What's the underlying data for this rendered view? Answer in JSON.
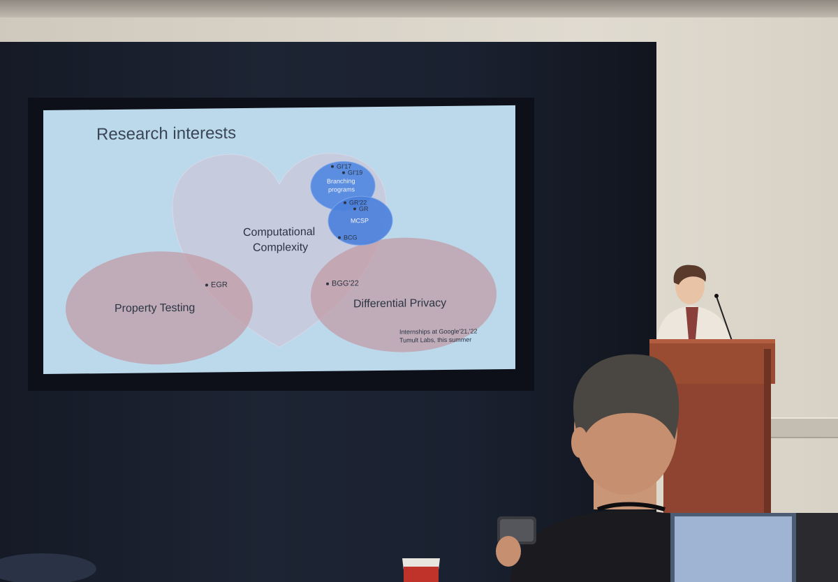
{
  "slide": {
    "title": "Research interests",
    "regions": {
      "computational_complexity": [
        "Computational",
        "Complexity"
      ],
      "branching_programs": [
        "Branching",
        "programs"
      ],
      "mcsp": "MCSP",
      "property_testing": "Property Testing",
      "differential_privacy": "Differential Privacy"
    },
    "refs": {
      "gi17": "GI'17",
      "gi19": "GI'19",
      "gr22": "GR'22",
      "gr": "GR",
      "bcg": "BCG",
      "egr": "EGR",
      "bgg22": "BGG'22"
    },
    "note": [
      "Internships at Google'21,'22",
      "Tumult Labs, this summer"
    ]
  },
  "colors": {
    "slide_bg": "#bcd9ec",
    "heart_fill": "#c8c9dc",
    "oval_fill": "#c9a6ad",
    "blue_circle": "#4f86e0",
    "drape": "#1a2130",
    "podium": "#9a4c33"
  }
}
